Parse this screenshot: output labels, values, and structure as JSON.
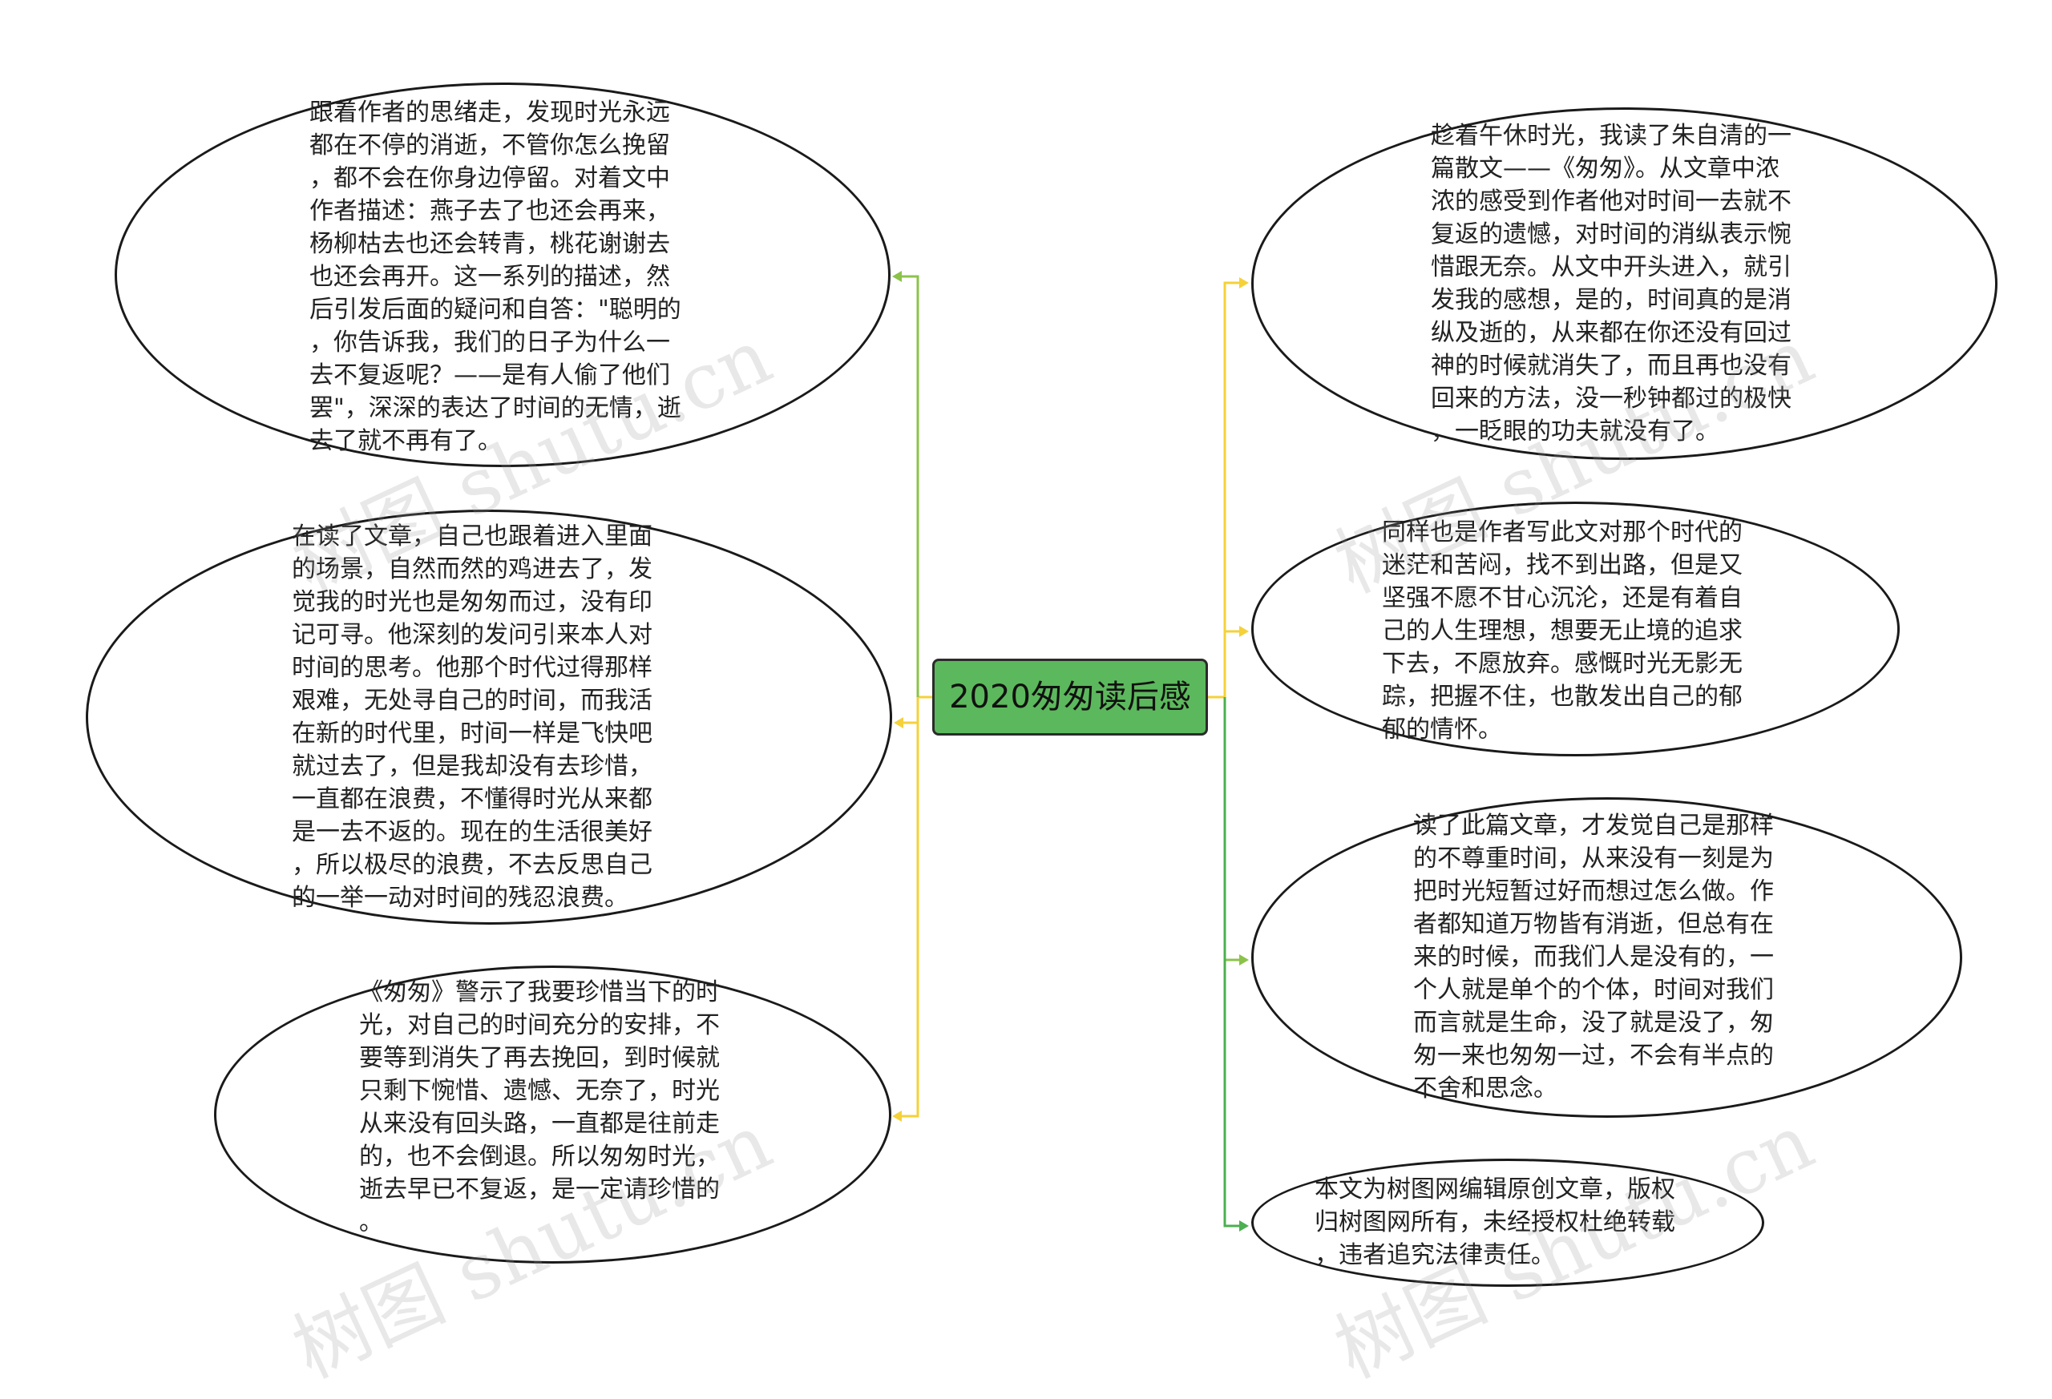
{
  "central": {
    "label": "2020匆匆读后感",
    "color": "#5cb85c"
  },
  "colors": {
    "green_edge": "#8bc34a",
    "yellow_edge": "#f5d13a",
    "dark_green_edge": "#4caf50"
  },
  "left_nodes": [
    {
      "text": "跟着作者的思绪走，发现时光永远\n都在不停的消逝，不管你怎么挽留\n，都不会在你身边停留。对着文中\n作者描述：燕子去了也还会再来，\n杨柳枯去也还会转青，桃花谢谢去\n也还会再开。这一系列的描述，然\n后引发后面的疑问和自答：\"聪明的\n，你告诉我，我们的日子为什么一\n去不复返呢？——是有人偷了他们\n罢\"，深深的表达了时间的无情，逝\n去了就不再有了。"
    },
    {
      "text": "在读了文章，自己也跟着进入里面\n的场景，自然而然的鸡进去了，发\n觉我的时光也是匆匆而过，没有印\n记可寻。他深刻的发问引来本人对\n时间的思考。他那个时代过得那样\n艰难，无处寻自己的时间，而我活\n在新的时代里，时间一样是飞快吧\n就过去了，但是我却没有去珍惜，\n一直都在浪费，不懂得时光从来都\n是一去不返的。现在的生活很美好\n，所以极尽的浪费，不去反思自己\n的一举一动对时间的残忍浪费。"
    },
    {
      "text": "《匆匆》警示了我要珍惜当下的时\n光，对自己的时间充分的安排，不\n要等到消失了再去挽回，到时候就\n只剩下惋惜、遗憾、无奈了，时光\n从来没有回头路，一直都是往前走\n的，也不会倒退。所以匆匆时光，\n逝去早已不复返，是一定请珍惜的\n。"
    }
  ],
  "right_nodes": [
    {
      "text": "趁着午休时光，我读了朱自清的一\n篇散文——《匆匆》。从文章中浓\n浓的感受到作者他对时间一去就不\n复返的遗憾，对时间的消纵表示惋\n惜跟无奈。从文中开头进入，就引\n发我的感想，是的，时间真的是消\n纵及逝的，从来都在你还没有回过\n神的时候就消失了，而且再也没有\n回来的方法，没一秒钟都过的极快\n，一眨眼的功夫就没有了。"
    },
    {
      "text": "同样也是作者写此文对那个时代的\n迷茫和苦闷，找不到出路，但是又\n坚强不愿不甘心沉沦，还是有着自\n己的人生理想，想要无止境的追求\n下去，不愿放弃。感慨时光无影无\n踪，把握不住，也散发出自己的郁\n郁的情怀。"
    },
    {
      "text": "读了此篇文章，才发觉自己是那样\n的不尊重时间，从来没有一刻是为\n把时光短暂过好而想过怎么做。作\n者都知道万物皆有消逝，但总有在\n来的时候，而我们人是没有的，一\n个人就是单个的个体，时间对我们\n而言就是生命，没了就是没了，匆\n匆一来也匆匆一过，不会有半点的\n不舍和思念。"
    },
    {
      "text": "本文为树图网编辑原创文章，版权\n归树图网所有，未经授权杜绝转载\n，违者追究法律责任。"
    }
  ],
  "watermark": "树图 shutu.cn"
}
